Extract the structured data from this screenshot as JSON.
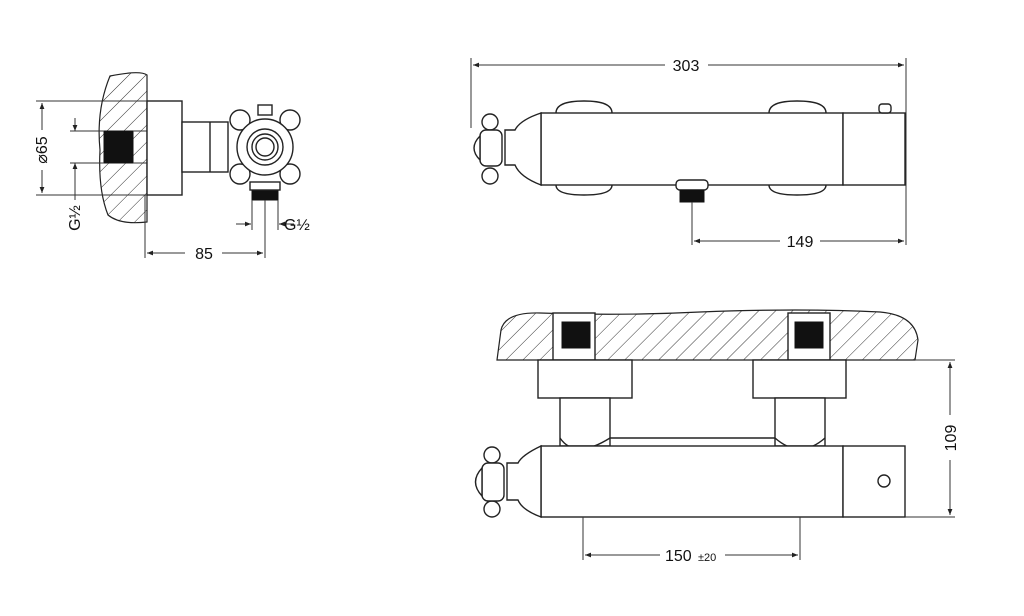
{
  "drawing": {
    "side_view": {
      "diameter_label": "⌀65",
      "wall_thread_label": "G½",
      "outlet_thread_label": "G½",
      "depth_label": "85"
    },
    "top_view": {
      "total_length_label": "303",
      "outlet_offset_label": "149"
    },
    "front_view": {
      "projection_label": "109",
      "centre_distance_label": "150",
      "centre_tolerance_label": "±20"
    },
    "colors": {
      "line": "#222222",
      "background": "#ffffff"
    }
  }
}
